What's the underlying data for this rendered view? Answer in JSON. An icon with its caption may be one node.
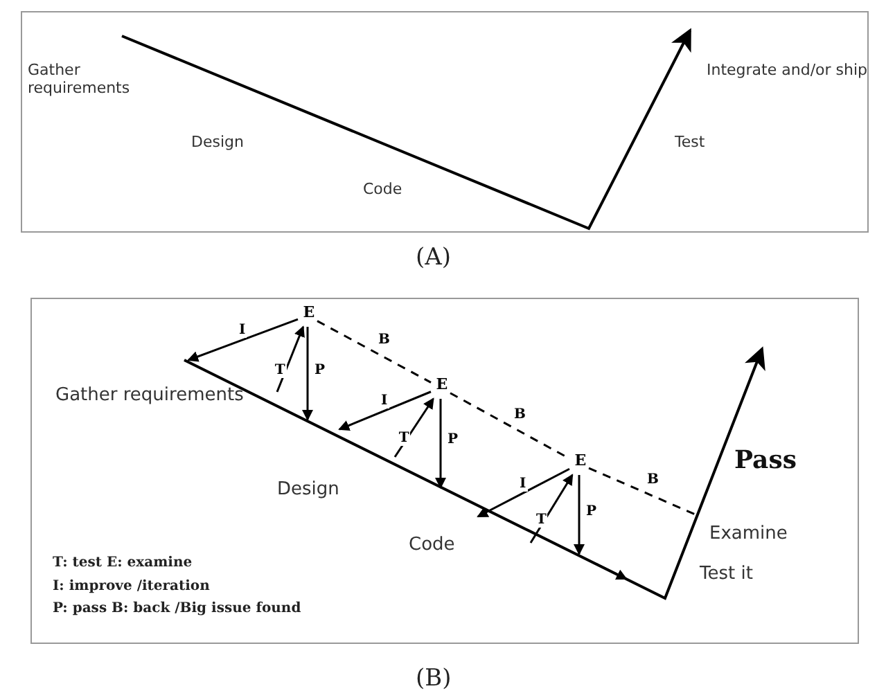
{
  "diagram": {
    "nodes": [
      {
        "text": [],
        "shape": "box",
        "beside": [
          "(A)"
        ]
      },
      {
        "text": [],
        "shape": "box",
        "beside": [
          "(B)"
        ]
      },
      {
        "text": [
          "E"
        ],
        "in": 1
      },
      {
        "text": [
          "E"
        ],
        "in": 1
      },
      {
        "text": [
          "E"
        ],
        "in": 1
      }
    ],
    "edges": [
      {
        "from": 2,
        "to": null,
        "arrow": "to",
        "label": "I"
      },
      {
        "from": null,
        "to": 2,
        "arrow": "to",
        "label": "T"
      },
      {
        "from": 2,
        "to": null,
        "arrow": "to",
        "label": "P"
      },
      {
        "from": 2,
        "to": 3,
        "arrow": "none",
        "label": "B",
        "style": "dashed"
      },
      {
        "from": 3,
        "to": null,
        "arrow": "to",
        "label": "I"
      },
      {
        "from": null,
        "to": 3,
        "arrow": "to",
        "label": "T"
      },
      {
        "from": 3,
        "to": null,
        "arrow": "to",
        "label": "P"
      },
      {
        "from": 3,
        "to": 4,
        "arrow": "none",
        "label": "B",
        "style": "dashed"
      },
      {
        "from": 4,
        "to": null,
        "arrow": "to",
        "label": "I"
      },
      {
        "from": null,
        "to": 4,
        "arrow": "to",
        "label": "T"
      },
      {
        "from": 4,
        "to": null,
        "arrow": "to",
        "label": "P"
      },
      {
        "from": 4,
        "to": null,
        "arrow": "none",
        "label": "B",
        "style": "dashed"
      }
    ],
    "labels": [
      "Gather requirements",
      "Design",
      "Code",
      "Test",
      "Integrate and/or ship",
      "Gather requirements",
      "Pass",
      "Design",
      "Examine",
      "Code",
      "Test it",
      "T: test  E: examine",
      "I: improve /iteration",
      "P: pass  B: back /Big issue found"
    ]
  }
}
